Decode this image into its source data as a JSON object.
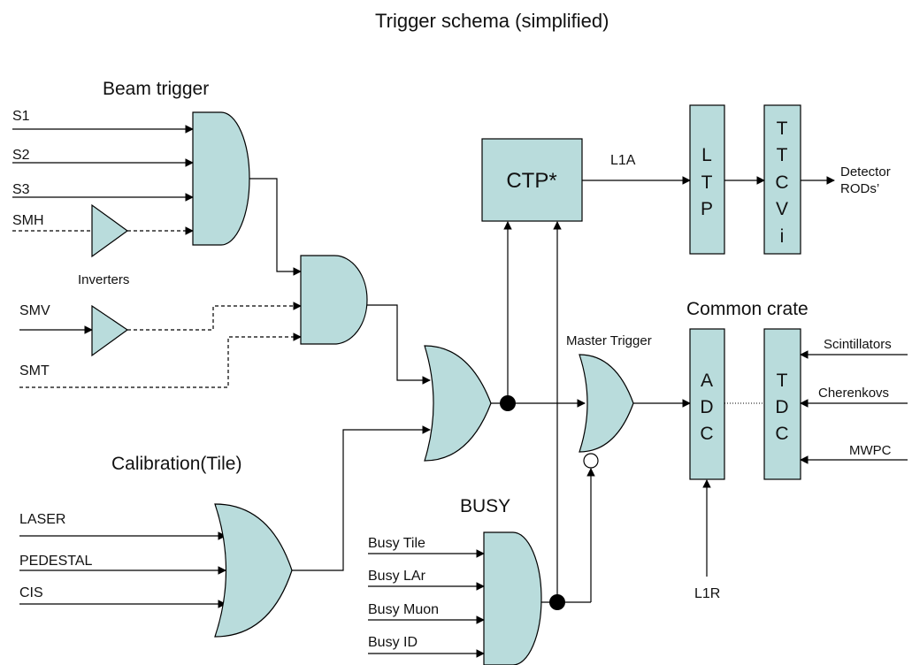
{
  "title": "Trigger schema (simplified)",
  "colors": {
    "gate_fill": "#b9dcdc",
    "line": "#000000",
    "background": "#ffffff"
  },
  "beam_trigger": {
    "heading": "Beam trigger",
    "inputs": [
      "S1",
      "S2",
      "S3",
      "SMH"
    ],
    "inverters_label": "Inverters",
    "inverted_inputs": [
      "SMV",
      "SMT"
    ]
  },
  "calibration": {
    "heading": "Calibration(Tile)",
    "inputs": [
      "LASER",
      "PEDESTAL",
      "CIS"
    ]
  },
  "busy": {
    "heading": "BUSY",
    "inputs": [
      "Busy Tile",
      "Busy LAr",
      "Busy Muon",
      "Busy ID"
    ]
  },
  "ctp": {
    "label": "CTP*"
  },
  "l1a_label": "L1A",
  "ltp_letters": [
    "L",
    "T",
    "P"
  ],
  "ttcvi_letters": [
    "T",
    "T",
    "C",
    "V",
    "i"
  ],
  "detector_label": [
    "Detector",
    "RODs’"
  ],
  "master_trigger_label": "Master Trigger",
  "common_crate": {
    "heading": "Common crate",
    "adc_letters": [
      "A",
      "D",
      "C"
    ],
    "tdc_letters": [
      "T",
      "D",
      "C"
    ],
    "tdc_inputs": [
      "Scintillators",
      "Cherenkovs",
      "MWPC"
    ],
    "l1r_label": "L1R"
  }
}
